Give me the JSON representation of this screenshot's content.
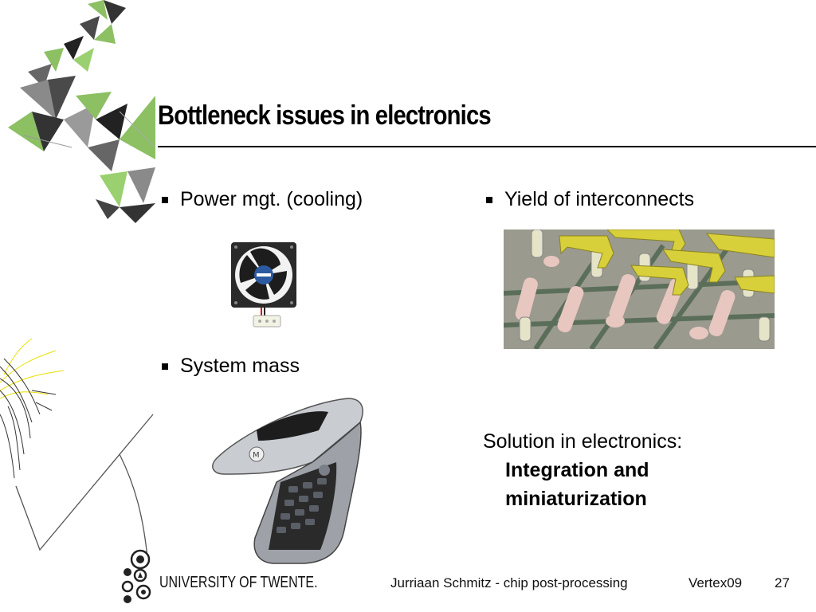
{
  "slide": {
    "title": "Bottleneck issues in electronics",
    "bullets": {
      "power": "Power mgt. (cooling)",
      "yield": "Yield of interconnects",
      "mass": "System mass"
    },
    "solution": {
      "intro": "Solution in electronics:",
      "line1": "Integration and",
      "line2": "miniaturization"
    }
  },
  "footer": {
    "university": "UNIVERSITY OF TWENTE.",
    "author": "Jurriaan Schmitz - chip post-processing",
    "event": "Vertex09",
    "page": "27"
  },
  "colors": {
    "accent_green": "#8cc063",
    "dark_gray": "#4a4a4a",
    "mid_gray": "#9a9a9a",
    "yellow": "#e8e000"
  }
}
